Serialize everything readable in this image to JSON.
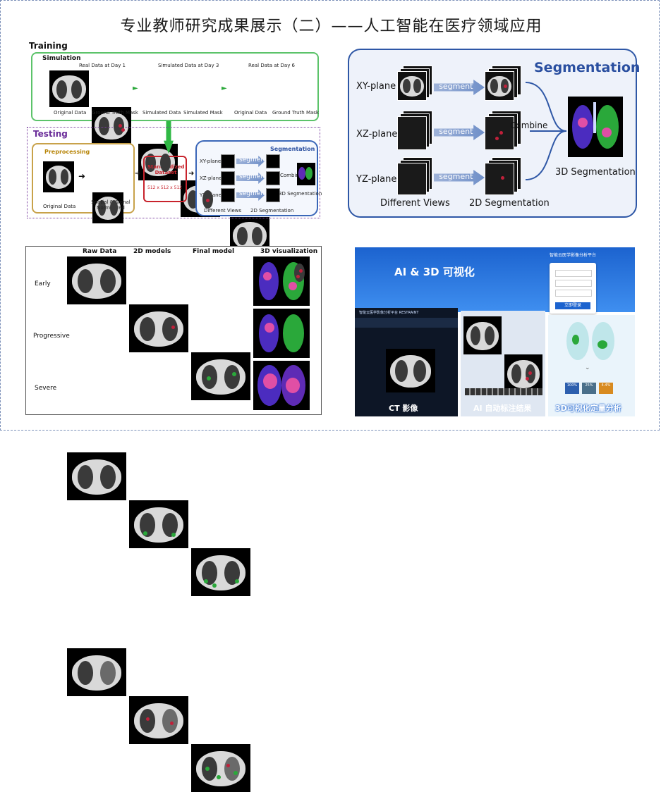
{
  "page_title": "专业教师研究成果展示（二）——人工智能在医疗领域应用",
  "panel1": {
    "training_label": "Training",
    "simulation_label": "Simulation",
    "day_labels": [
      "Real Data at Day 1",
      "Simulated Data at Day 3",
      "Real Data at Day 6"
    ],
    "image_labels": [
      "Original Data",
      "Ground Truth Mask",
      "Simulated Data",
      "Simulated Mask",
      "Original Data",
      "Ground Truth Mask"
    ],
    "testing_label": "Testing",
    "preprocessing_label": "Preprocessing",
    "pre_labels": [
      "Original Data",
      "Spatial & Signal Normalized"
    ],
    "dataset_label": "Standardized Dataset",
    "dataset_size": "512 x 512 x 512",
    "planes": [
      "XY-plane",
      "XZ-plane",
      "YZ-plane"
    ],
    "segment_label": "segment",
    "segmentation_title": "Segmentation",
    "combine_label": "Combine",
    "bottom_labels": [
      "Different Views",
      "2D Segmentation",
      "3D Segmentation"
    ]
  },
  "panel2": {
    "title": "Segmentation",
    "planes": [
      "XY-plane",
      "XZ-plane",
      "YZ-plane"
    ],
    "segment_label": "segment",
    "combine_label": "Combine",
    "result_label": "3D Segmentation",
    "bottom_labels": [
      "Different Views",
      "2D Segmentation"
    ]
  },
  "panel3": {
    "columns": [
      "Raw Data",
      "2D models",
      "Final model",
      "3D visualization"
    ],
    "rows": [
      "Early",
      "Progressive",
      "Severe"
    ]
  },
  "panel4": {
    "headline": "AI & 3D  可视化",
    "login_title": "智能云医学影像分析平台",
    "login_button": "立即登录",
    "viewer_title": "智能云医学影像分析平台 RESTRAINT",
    "captions": [
      "CT 影像",
      "AI 自动标注结果",
      "3D可视化定量分析"
    ],
    "stats": [
      "100%",
      "25%",
      "4.4%"
    ],
    "colors": {
      "banner": "#1f6fd6",
      "banner_light": "#4f9af0",
      "caption": "#ffffff"
    }
  }
}
